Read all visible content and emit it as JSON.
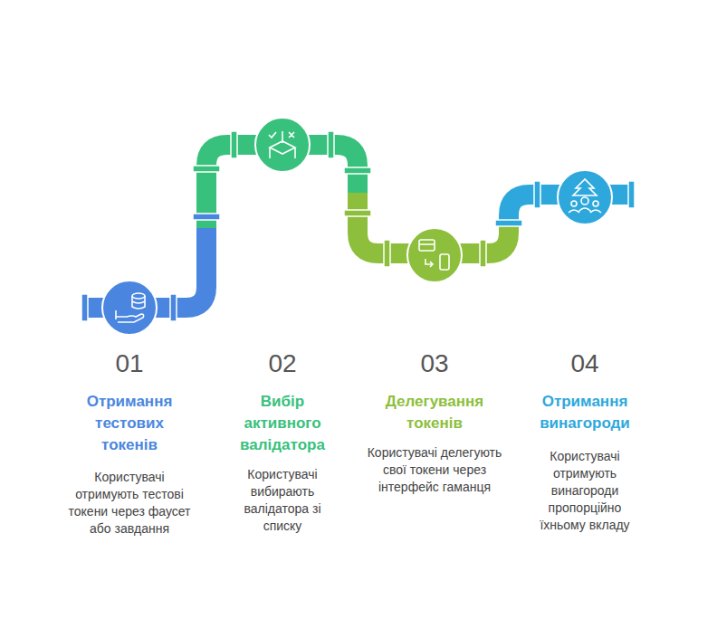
{
  "diagram": {
    "labels": [
      "01",
      "Отримання тестових токенів",
      "Користувачі отримують тестові токени через фаусет або завдання",
      "02",
      "Вибір активного валідатора",
      "Користувачі вибирають валідатора зі списку",
      "03",
      "Делегування токенів",
      "Користувачі делегують свої токени через інтерфейс гаманця",
      "04",
      "Отримання винагороди",
      "Користувачі отримують винагороди пропорційно їхньому вкладу"
    ]
  }
}
